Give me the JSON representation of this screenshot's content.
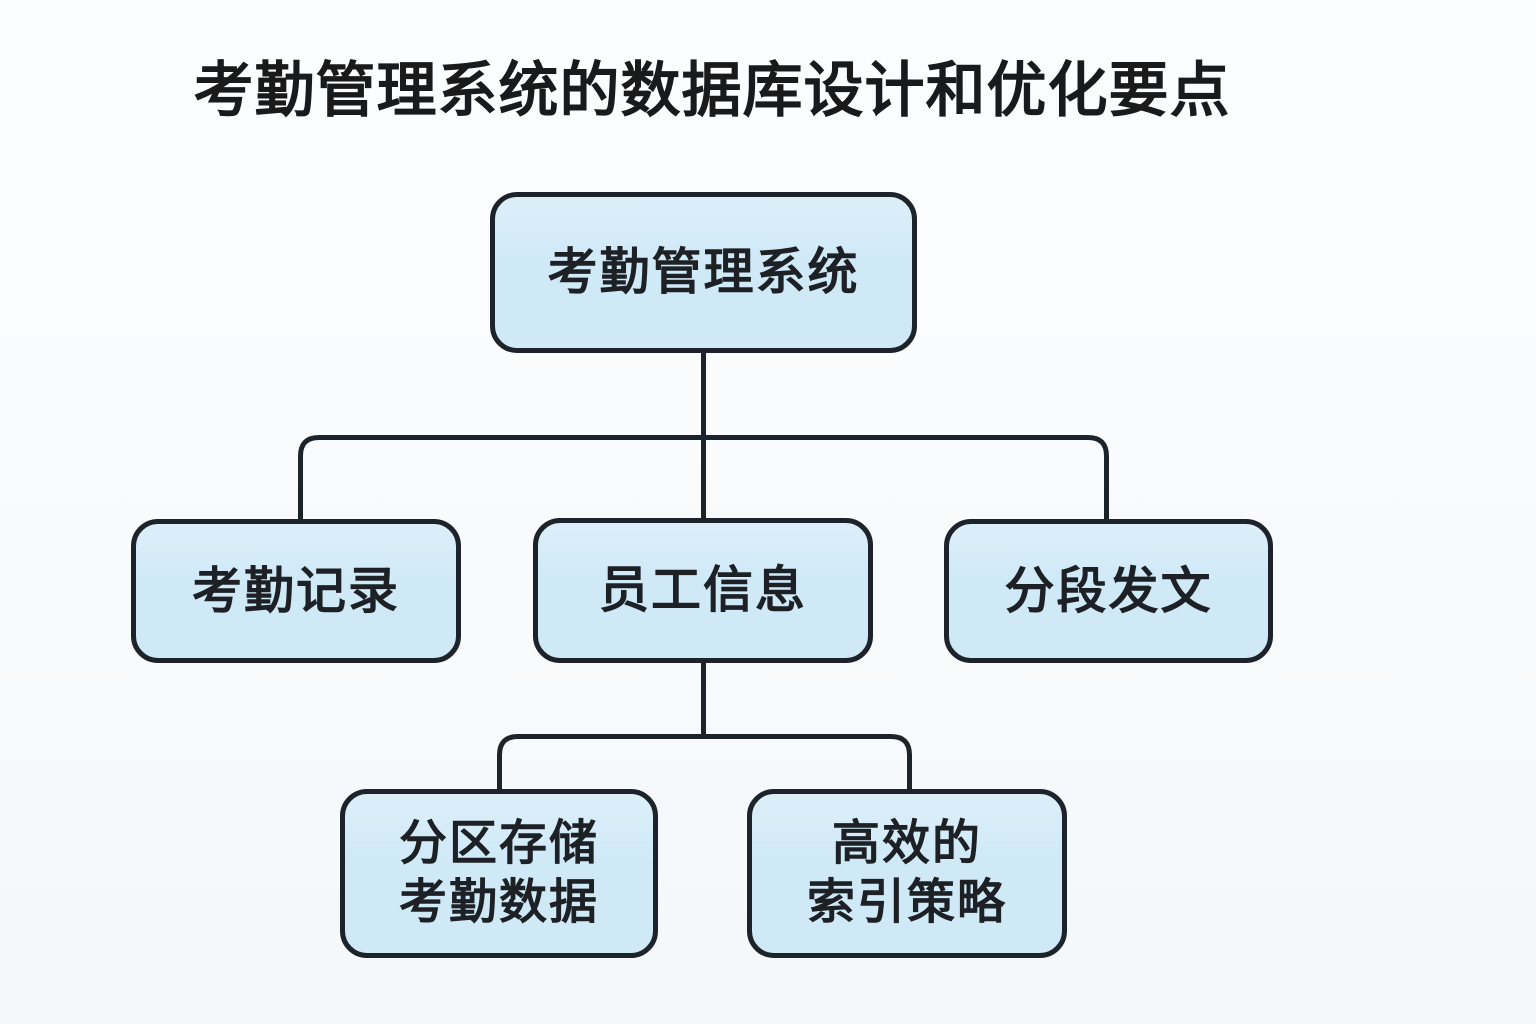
{
  "title": "考勤管理系统的数据库设计和优化要点",
  "colors": {
    "background": "#f8fafc",
    "node_fill": "#cfe9f7",
    "node_border": "#1d232b",
    "connector": "#1d232b",
    "title_text": "#1a1a1a",
    "node_text": "#1d2126"
  },
  "nodes": {
    "root": {
      "label": "考勤管理系统"
    },
    "attendance_records": {
      "label": "考勤记录"
    },
    "employee_info": {
      "label": "员工信息"
    },
    "segmented_publish": {
      "label": "分段发文"
    },
    "partition_storage": {
      "lines": [
        "分区存储",
        "考勤数据"
      ]
    },
    "index_strategy": {
      "lines": [
        "高效的",
        "索引策略"
      ]
    }
  }
}
